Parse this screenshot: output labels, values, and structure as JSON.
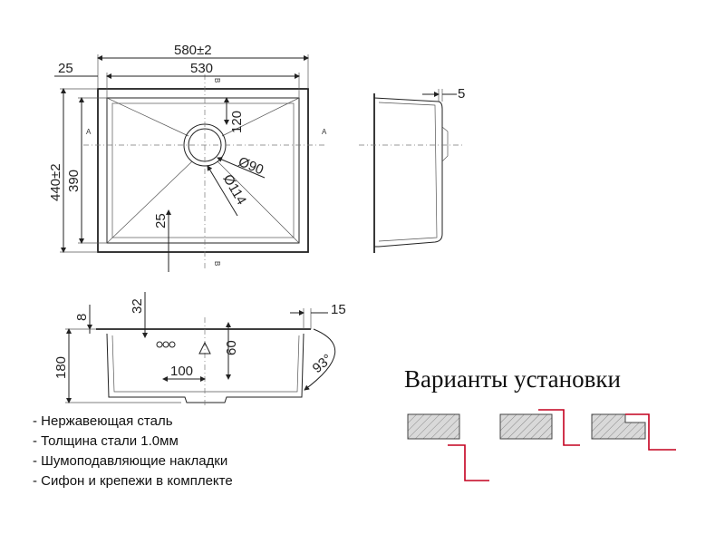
{
  "top_view": {
    "dim_outer_width": "580±2",
    "dim_inner_width": "530",
    "dim_flange": "25",
    "dim_outer_height": "440±2",
    "dim_inner_height": "390",
    "dim_drain_offset_top": "120",
    "dim_drain_offset_inner": "25",
    "dim_drain_d90": "Ø90",
    "dim_drain_d114": "Ø114",
    "section_a": "A",
    "section_b": "B"
  },
  "side_view": {
    "dim_lip": "5"
  },
  "front_view": {
    "dim_rim": "8",
    "dim_overflow_offset": "32",
    "dim_right_flange": "15",
    "dim_depth": "180",
    "dim_overflow_height": "60",
    "dim_overflow_width": "100",
    "dim_angle": "93°"
  },
  "install": {
    "title": "Варианты установки"
  },
  "specs": [
    "- Нержавеющая сталь",
    "- Толщина стали 1.0мм",
    "- Шумоподавляющие накладки",
    "- Сифон и крепежи в комплекте"
  ]
}
